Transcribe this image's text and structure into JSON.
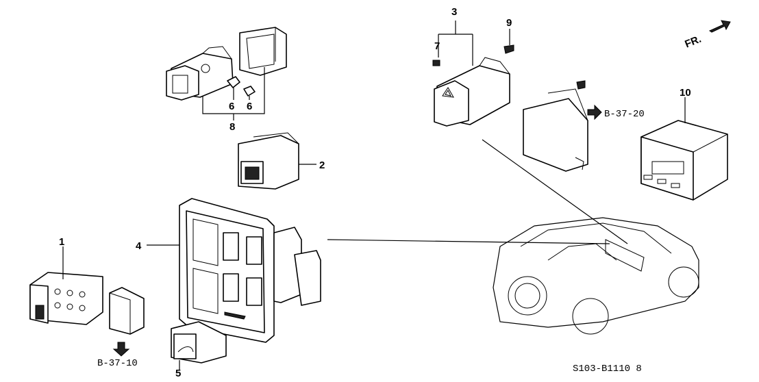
{
  "callouts": {
    "c1": "1",
    "c2": "2",
    "c3": "3",
    "c4": "4",
    "c5": "5",
    "c6a": "6",
    "c6b": "6",
    "c7": "7",
    "c8": "8",
    "c9": "9",
    "c10": "10"
  },
  "refs": {
    "b3710": "B-37-10",
    "b3720": "B-37-20"
  },
  "front_marker": "FR.",
  "diagram_code": "S103-B1110 8"
}
